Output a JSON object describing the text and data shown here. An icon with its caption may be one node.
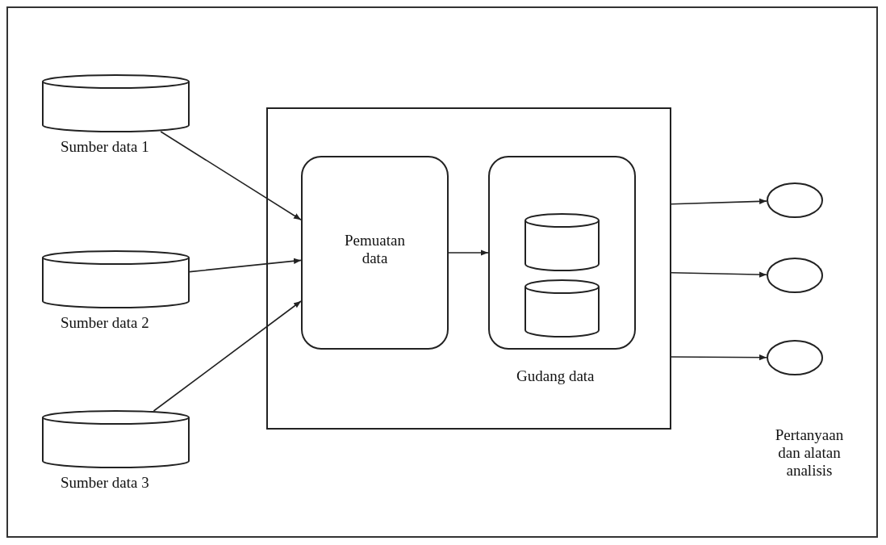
{
  "diagram": {
    "nodes": [
      {
        "text": [],
        "shape": "cylinder",
        "beside": [
          "Sumber data 1"
        ]
      },
      {
        "text": [],
        "shape": "cylinder",
        "beside": [
          "Sumber data 2"
        ]
      },
      {
        "text": [],
        "shape": "cylinder",
        "beside": [
          "Sumber data 3"
        ]
      },
      {
        "text": [],
        "shape": "box"
      },
      {
        "text": [
          "Pemuatan data"
        ],
        "in": 3
      },
      {
        "text": [
          "Gudang data"
        ],
        "in": 3
      },
      {
        "text": [],
        "shape": "cylinder",
        "in": 5
      },
      {
        "text": [],
        "shape": "cylinder",
        "in": 5
      },
      {
        "text": [],
        "shape": "circle"
      },
      {
        "text": [],
        "shape": "circle"
      },
      {
        "text": [],
        "shape": "circle"
      }
    ],
    "edges": [
      {
        "from": 0,
        "to": 4,
        "arrow": "to"
      },
      {
        "from": 1,
        "to": 4,
        "arrow": "to"
      },
      {
        "from": 2,
        "to": 4,
        "arrow": "to"
      },
      {
        "from": 4,
        "to": 5,
        "arrow": "to"
      },
      {
        "from": 3,
        "to": 8,
        "arrow": "to"
      },
      {
        "from": 3,
        "to": 9,
        "arrow": "to"
      },
      {
        "from": 3,
        "to": 10,
        "arrow": "to"
      }
    ],
    "labels": [
      "Pertanyaan dan alatan analisis"
    ]
  }
}
